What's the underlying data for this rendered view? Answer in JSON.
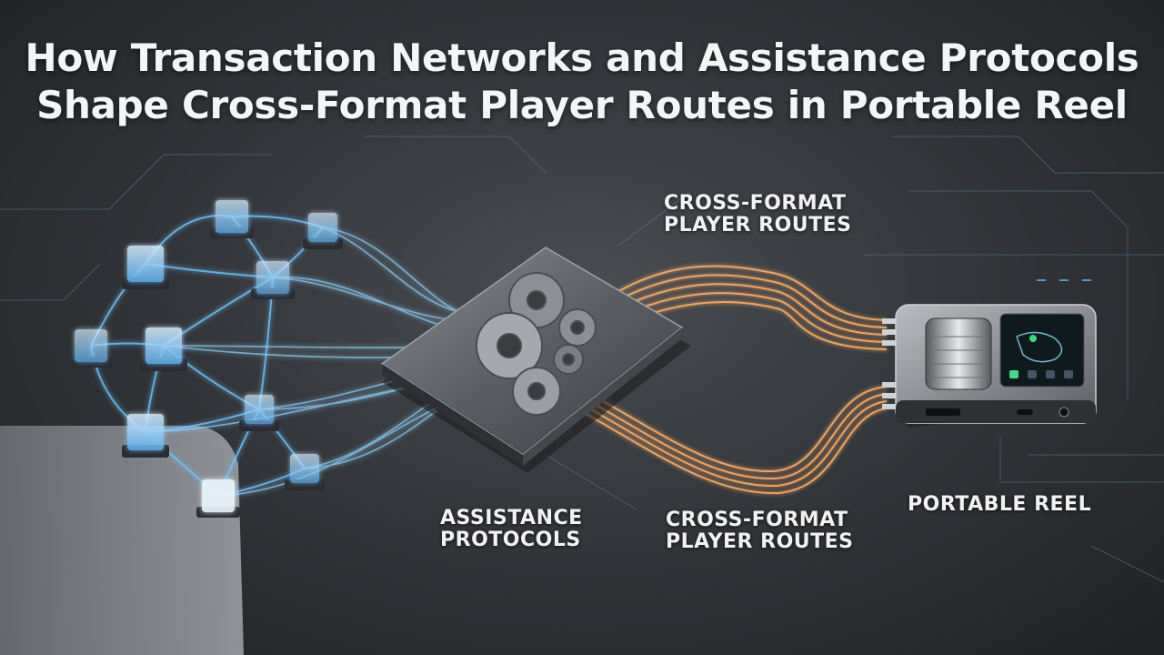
{
  "title": {
    "line1": "How Transaction Networks and Assistance Protocols",
    "line2": "Shape Cross-Format Player Routes in Portable Reel"
  },
  "labels": {
    "routes_top": {
      "line1": "CROSS-FORMAT",
      "line2": "PLAYER ROUTES"
    },
    "assistance": {
      "line1": "ASSISTANCE",
      "line2": "PROTOCOLS"
    },
    "routes_bottom": {
      "line1": "CROSS-FORMAT",
      "line2": "PLAYER ROUTES"
    },
    "reel": "PORTABLE REEL"
  },
  "colors": {
    "network_blue": "#6ec3ff",
    "route_orange": "#ffb066",
    "background": "#3a3d41",
    "device_screen_accent": "#3ddc84"
  }
}
